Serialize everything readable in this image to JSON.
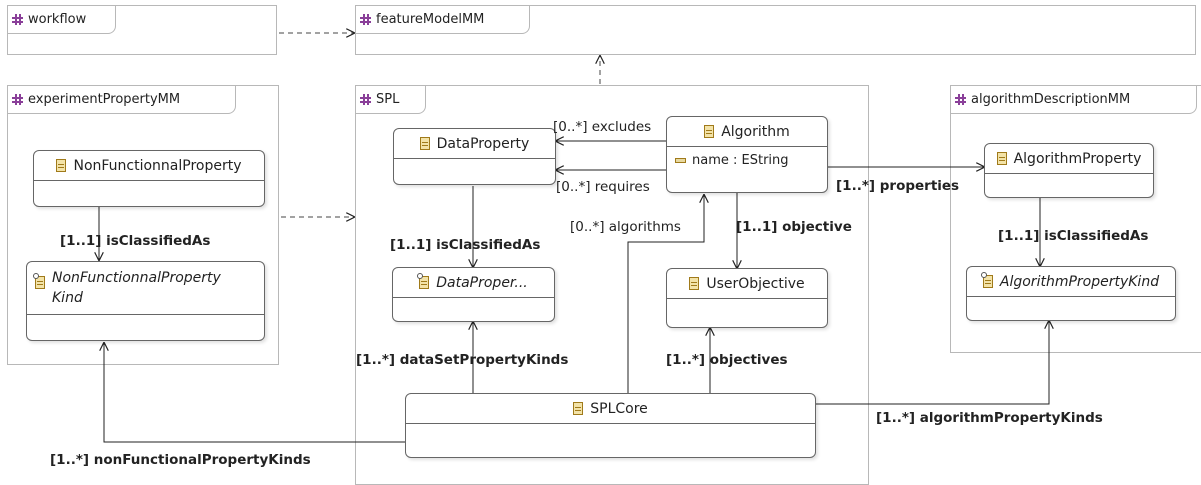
{
  "packages": {
    "workflow": "workflow",
    "featureModelMM": "featureModelMM",
    "experimentPropertyMM": "experimentPropertyMM",
    "SPL": "SPL",
    "algorithmDescriptionMM": "algorithmDescriptionMM"
  },
  "classes": {
    "nonFunctionnalProperty": "NonFunctionnalProperty",
    "nonFunctionnalPropertyKind_line1": "NonFunctionnalProperty",
    "nonFunctionnalPropertyKind_line2": "Kind",
    "dataProperty": "DataProperty",
    "dataPropertyKind": "DataProper...",
    "algorithm": "Algorithm",
    "algorithm_attr": "name : EString",
    "userObjective": "UserObjective",
    "splCore": "SPLCore",
    "algorithmProperty": "AlgorithmProperty",
    "algorithmPropertyKind": "AlgorithmPropertyKind"
  },
  "labels": {
    "excludes": "[0..*] excludes",
    "requires": "[0..*] requires",
    "algorithms": "[0..*] algorithms",
    "objective": "[1..1] objective",
    "properties": "[1..*] properties",
    "isClassifiedAs_exp": "[1..1] isClassifiedAs",
    "isClassifiedAs_spl": "[1..1] isClassifiedAs",
    "isClassifiedAs_alg": "[1..1] isClassifiedAs",
    "dataSetPropertyKinds": "[1..*] dataSetPropertyKinds",
    "objectives": "[1..*] objectives",
    "algorithmPropertyKinds": "[1..*] algorithmPropertyKinds",
    "nonFunctionalPropertyKinds": "[1..*] nonFunctionalPropertyKinds"
  },
  "colors": {
    "package_icon": "#8a3f99",
    "class_icon": "#f3e3a8",
    "edge": "#222222"
  }
}
